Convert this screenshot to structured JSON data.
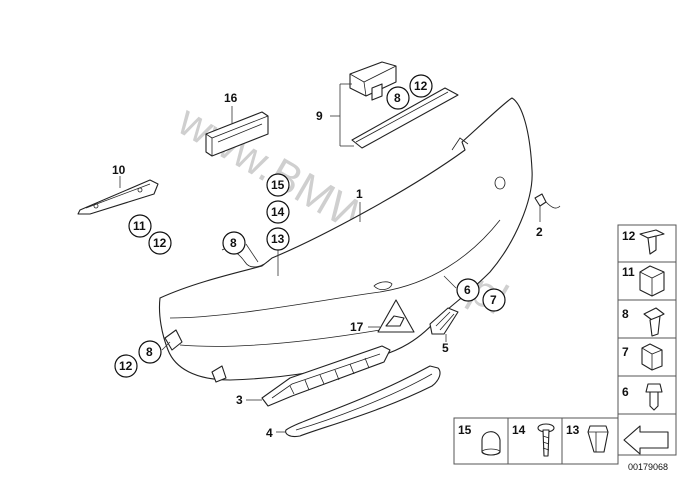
{
  "diagram": {
    "watermark": "www.BMW-store.pl",
    "code": "00179068",
    "callouts": {
      "c1": "1",
      "c2": "2",
      "c3": "3",
      "c4": "4",
      "c5": "5",
      "c6": "6",
      "c7": "7",
      "c8a": "8",
      "c8b": "8",
      "c8c": "8",
      "c9": "9",
      "c10": "10",
      "c11": "11",
      "c12a": "12",
      "c12b": "12",
      "c12c": "12",
      "c13": "13",
      "c14": "14",
      "c15": "15",
      "c16": "16",
      "c17": "17"
    },
    "legend": {
      "l12": "12",
      "l11": "11",
      "l8": "8",
      "l7": "7",
      "l6": "6",
      "l15": "15",
      "l14": "14",
      "l13": "13"
    }
  }
}
